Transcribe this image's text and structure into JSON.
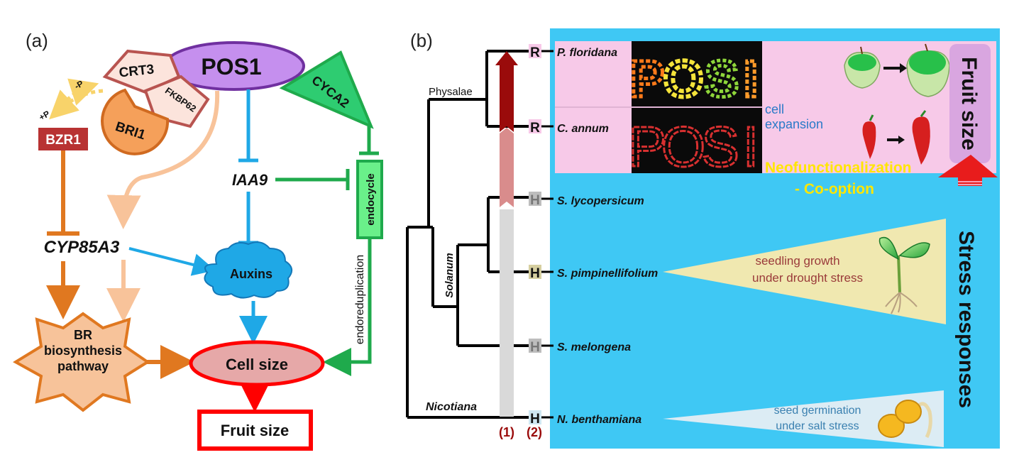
{
  "panel_a": {
    "label": "(a)",
    "nodes": {
      "pos1": "POS1",
      "crt3": "CRT3",
      "fkbp62": "FKBP62",
      "bri1": "BRI1",
      "bzr1": "BZR1",
      "cyca2": "CYCA2",
      "iaa9": "IAA9",
      "endocycle": "endocycle",
      "cyp85a3": "CYP85A3",
      "auxins": "Auxins",
      "br_line1": "BR",
      "br_line2": "biosynthesis",
      "br_line3": "pathway",
      "cell_size": "Cell size",
      "fruit_size": "Fruit size"
    },
    "labels": {
      "plus_p": "+P",
      "minus_p": "-P",
      "endoreduplication": "endoreduplication"
    }
  },
  "panel_b": {
    "label": "(b)",
    "clades": {
      "physalae": "Physalae",
      "solanum": "Solanum",
      "nicotiana": "Nicotiana"
    },
    "species": [
      {
        "name": "P. floridana",
        "state": "R"
      },
      {
        "name": "C. annum",
        "state": "R"
      },
      {
        "name": "S. lycopersicum",
        "state": "H"
      },
      {
        "name": "S. pimpinellifolium",
        "state": "H"
      },
      {
        "name": "S. melongena",
        "state": "H"
      },
      {
        "name": "N. benthamiana",
        "state": "H"
      }
    ],
    "column_labels": {
      "col1": "(1)",
      "col2": "(2)"
    },
    "photo_letters": {
      "row1": [
        "P",
        "O",
        "S",
        "I"
      ],
      "row2": [
        "P",
        "O",
        "S",
        "I"
      ]
    },
    "texts": {
      "cell_line1": "cell",
      "cell_line2": "expansion",
      "neofunc": "Neofunctionalization",
      "coopt": "- Co-option",
      "fruit_size": "Fruit size",
      "stress": "Stress responses",
      "seedling_line1": "seedling growth",
      "seedling_line2": "under drought stress",
      "seed_line1": "seed germination",
      "seed_line2": "under salt stress"
    }
  },
  "colors": {
    "pos1_fill": "#c58fee",
    "pos1_stroke": "#7030a0",
    "green": "#1faa4c",
    "blue": "#1fa8e6",
    "orange": "#e07820",
    "peach": "#f8c39a",
    "red": "#ff0000",
    "bzr1": "#b83232",
    "panel_bg": "#3fc8f4",
    "pink": "#f7c9e8",
    "dark_red": "#9a0b0b"
  }
}
